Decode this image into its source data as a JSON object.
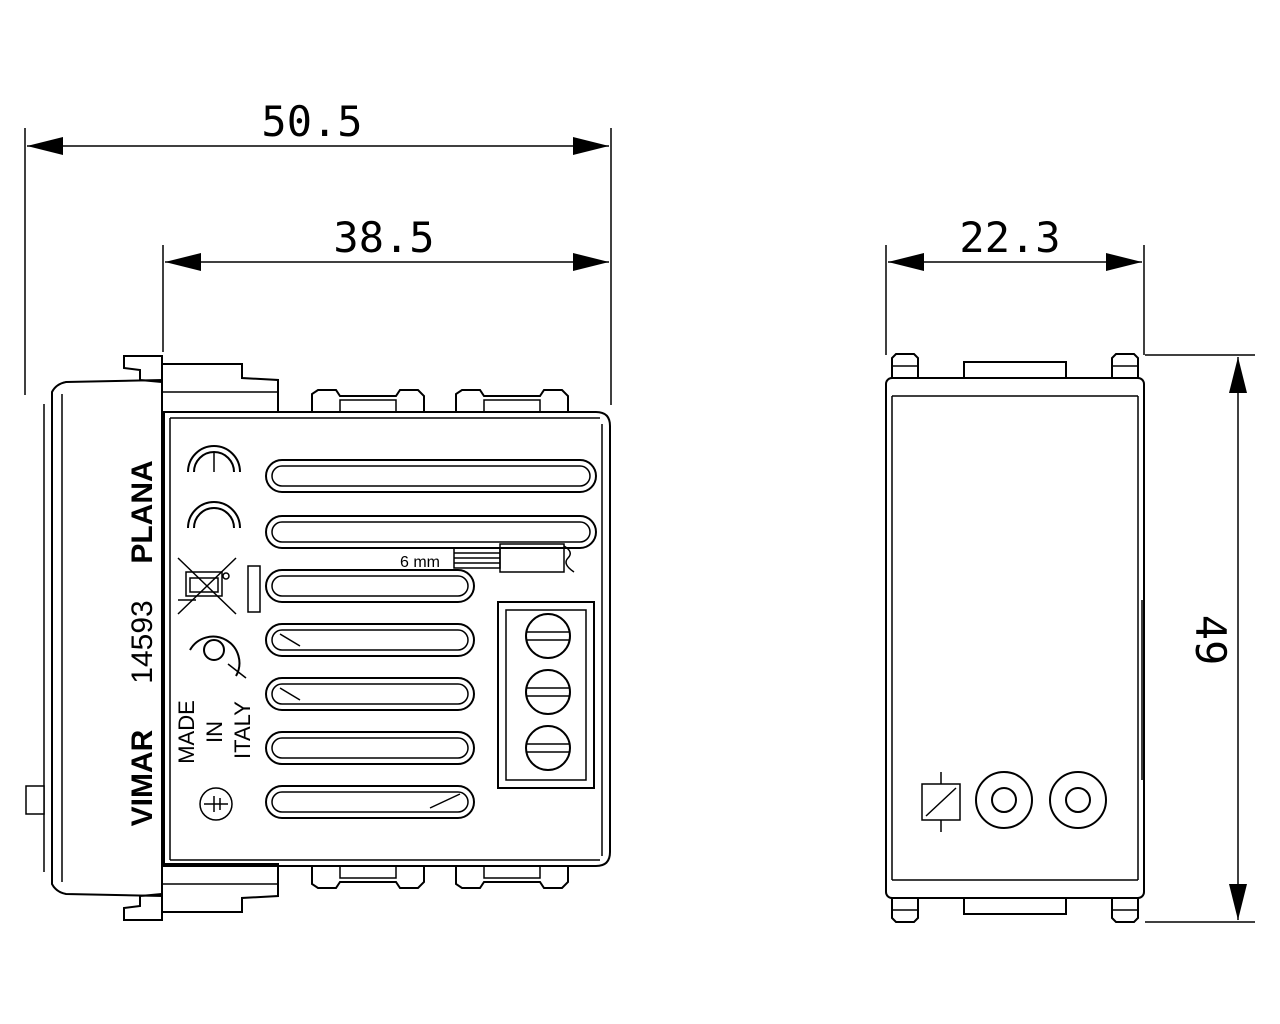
{
  "dimensions": {
    "overall_width": "50.5",
    "body_width": "38.5",
    "side_width": "22.3",
    "height": "49"
  },
  "markings": {
    "brand": "VIMAR",
    "series": "PLANA",
    "code": "14593",
    "origin": "MADE IN ITALY",
    "origin_line1": "MADE",
    "origin_line2": "IN",
    "origin_line3": "ITALY",
    "strip_length": "6 mm"
  },
  "icons": [
    "ce-mark-icon",
    "weee-bin-icon",
    "imq-mark-icon",
    "earth-symbol-icon",
    "relay-coil-icon",
    "screw-terminal-icon",
    "led-indicator-icon"
  ]
}
